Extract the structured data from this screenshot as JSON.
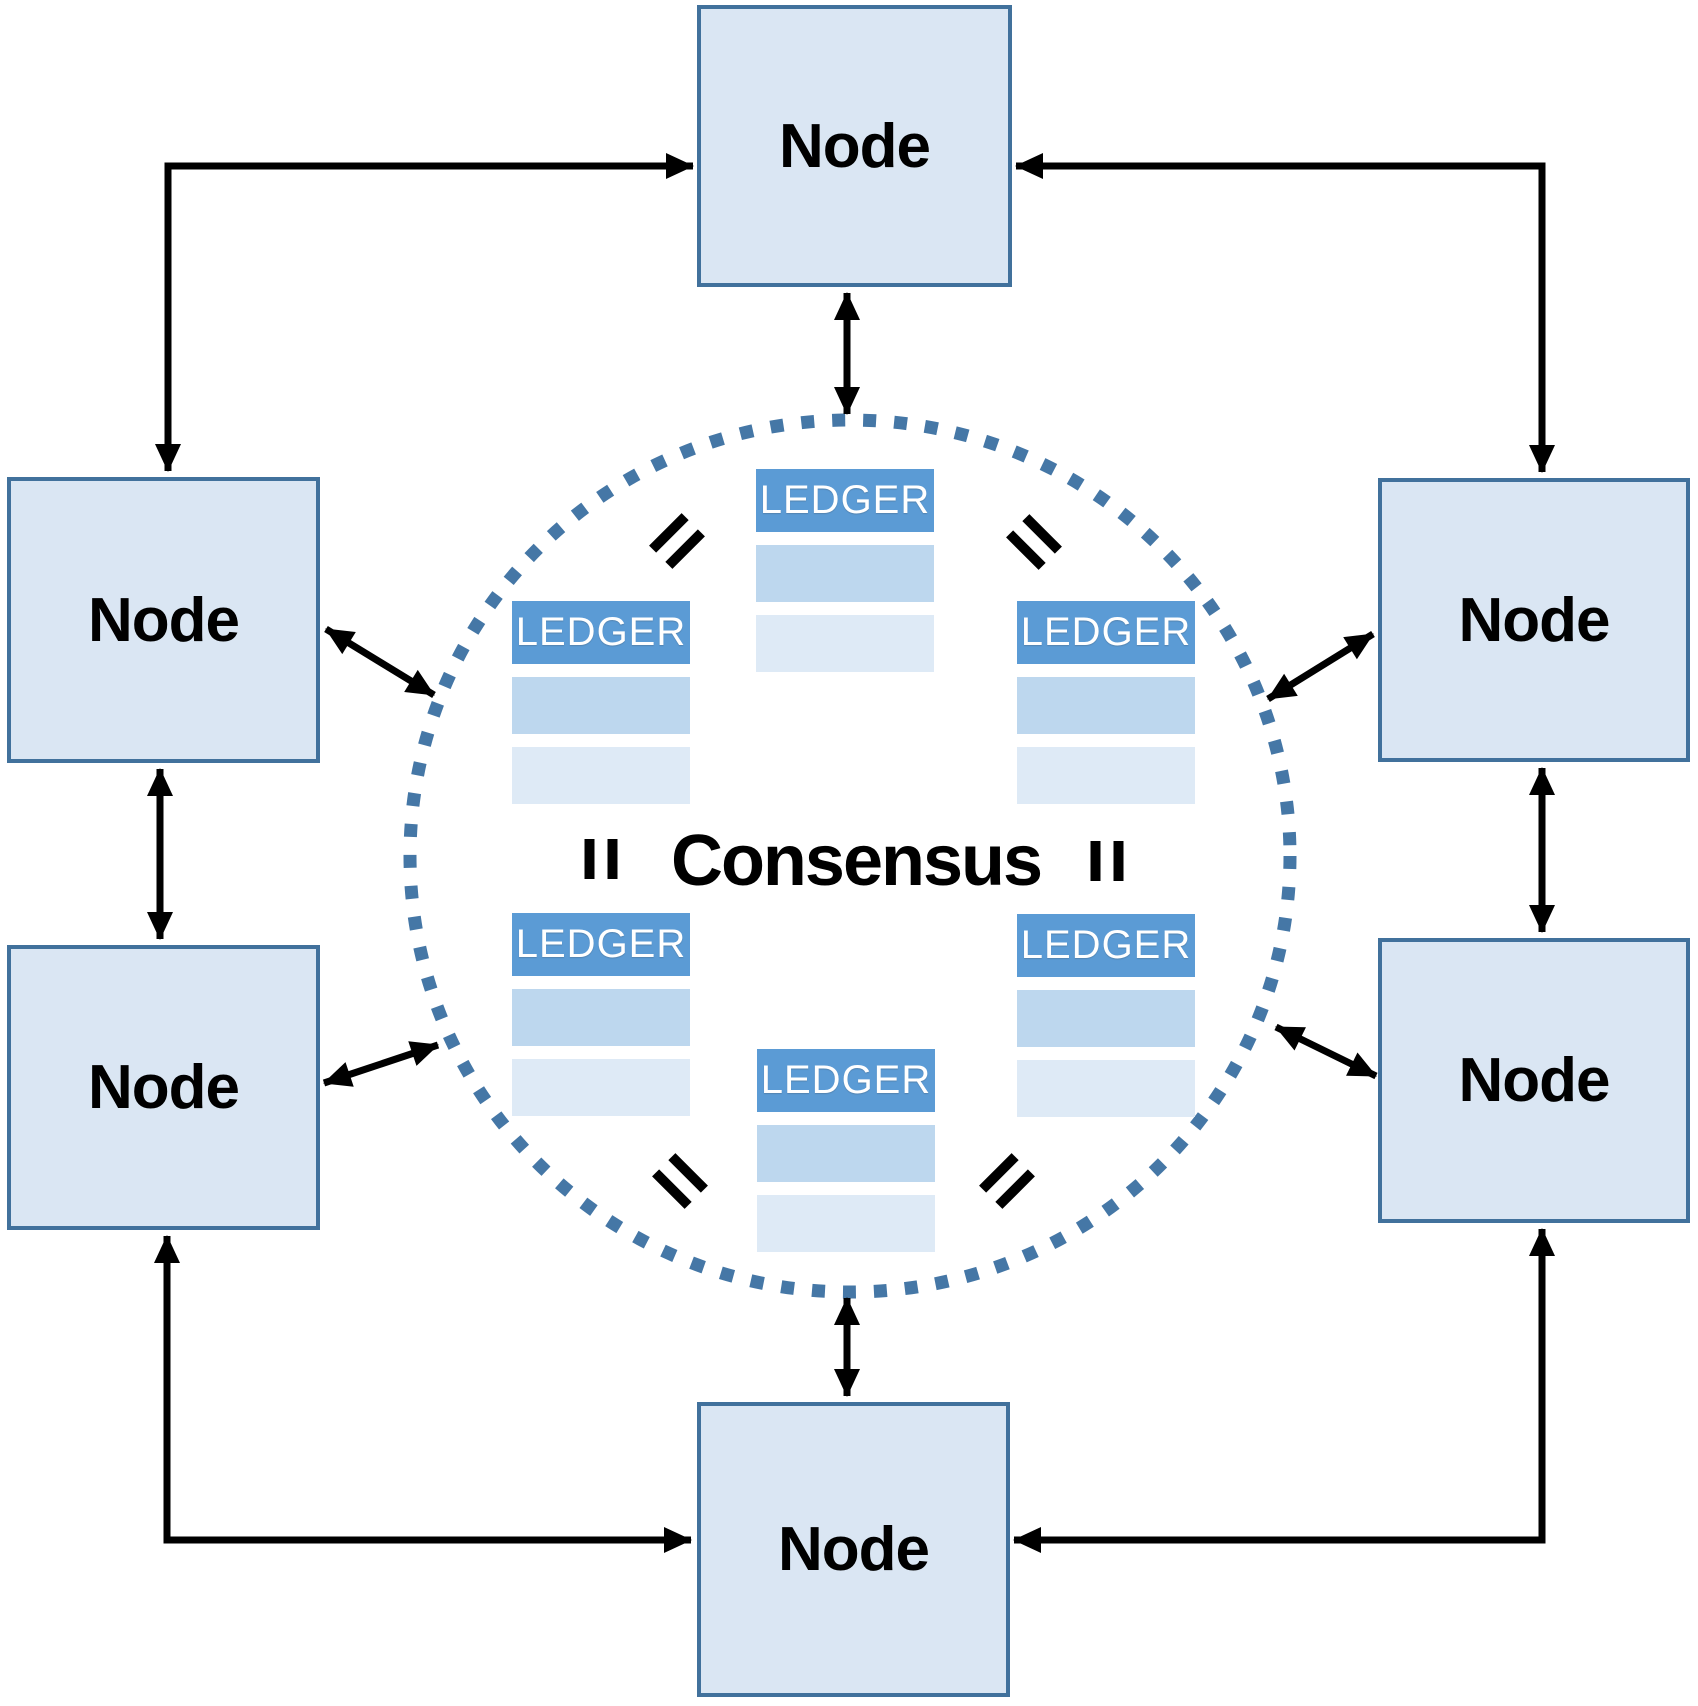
{
  "diagram": {
    "center_label": "Consensus"
  },
  "nodes": [
    {
      "position": "top",
      "label": "Node"
    },
    {
      "position": "left-upper",
      "label": "Node"
    },
    {
      "position": "right-upper",
      "label": "Node"
    },
    {
      "position": "left-lower",
      "label": "Node"
    },
    {
      "position": "right-lower",
      "label": "Node"
    },
    {
      "position": "bottom",
      "label": "Node"
    }
  ],
  "ledgers": [
    {
      "position": "top-center",
      "label": "LEDGER"
    },
    {
      "position": "left-upper",
      "label": "LEDGER"
    },
    {
      "position": "right-upper",
      "label": "LEDGER"
    },
    {
      "position": "left-lower",
      "label": "LEDGER"
    },
    {
      "position": "right-lower",
      "label": "LEDGER"
    },
    {
      "position": "bottom-center",
      "label": "LEDGER"
    }
  ],
  "icons": {
    "equals": "=",
    "connector": "double-headed-arrow"
  },
  "colors": {
    "node_fill": "#dae6f3",
    "node_border": "#41719c",
    "ledger_header": "#5b9bd5",
    "ledger_row_medium": "#bdd7ee",
    "ledger_row_light": "#deeaf6",
    "circle_dots": "#4577a6",
    "arrows": "#000000",
    "ledger_text": "#ffffff",
    "label_text": "#000000"
  }
}
